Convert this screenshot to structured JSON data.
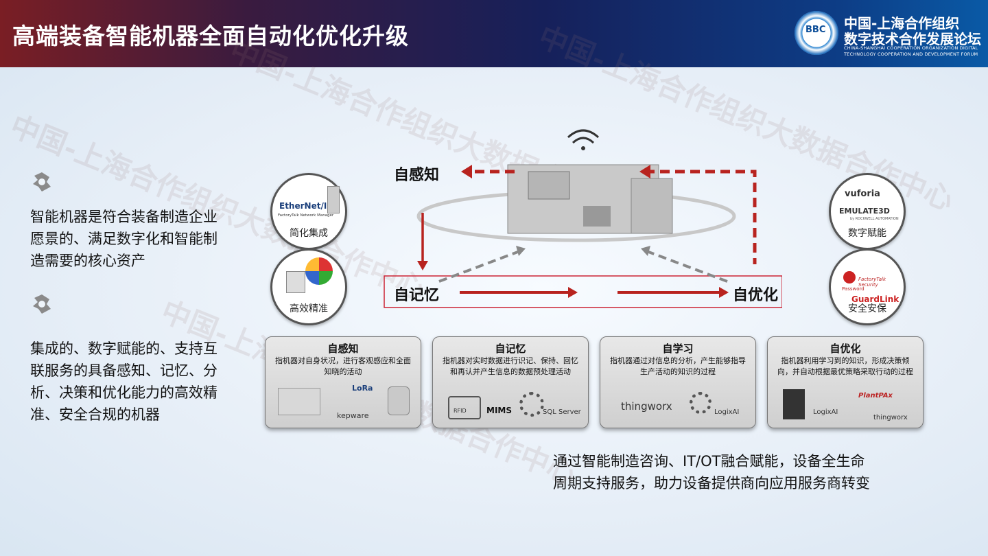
{
  "header": {
    "title": "高端装备智能机器全面自动化优化升级",
    "logo_text": "BBC",
    "org_line1": "中国-上海合作组织",
    "org_line2": "数字技术合作发展论坛",
    "org_en1": "CHINA-SHANGHAI COOPERATION ORGANIZATION DIGITAL",
    "org_en2": "TECHNOLOGY COOPERATION AND DEVELOPMENT FORUM"
  },
  "watermark": "中国-上海合作组织大数据合作中心",
  "left": {
    "para1": [
      "智能机器是符合装备制造企业",
      "愿景的、满足数字化和智能制",
      "造需要的核心资产"
    ],
    "para2": [
      "集成的、数字赋能的、支持互",
      "联服务的具备感知、记忆、分",
      "析、决策和优化能力的高效精",
      "准、安全合规的机器"
    ]
  },
  "circles": {
    "c1": {
      "label": "简化集成",
      "logo1": "EtherNet/IP",
      "logo2": "FactoryTalk Network Manager"
    },
    "c2": {
      "label": "高效精准"
    },
    "c3": {
      "label": "数字赋能",
      "logo1": "vuforia",
      "logo2": "EMULATE3D",
      "logo3": "by ROCKWELL AUTOMATION"
    },
    "c4": {
      "label": "安全安保",
      "logo1": "FactoryTalk Security",
      "logo2": "Password",
      "logo3": "GuardLink"
    }
  },
  "diagram": {
    "node1": "自感知",
    "node2": "自记忆",
    "node3": "自优化"
  },
  "cards": [
    {
      "title": "自感知",
      "desc": "指机器对自身状况，进行客观感应和全面知晓的活动",
      "logo1": "LoRa",
      "logo2": "kepware"
    },
    {
      "title": "自记忆",
      "desc": "指机器对实时数据进行识记、保持、回忆和再认并产生信息的数据预处理活动",
      "logo1": "RFID",
      "logo2": "MIMS",
      "logo3": "SQL Server"
    },
    {
      "title": "自学习",
      "desc": "指机器通过对信息的分析，产生能够指导生产活动的知识的过程",
      "logo1": "thingworx",
      "logo2": "LogixAI"
    },
    {
      "title": "自优化",
      "desc": "指机器利用学习到的知识，形成决策倾向，并自动根据最优策略采取行动的过程",
      "logo1": "LogixAI",
      "logo2": "PlantPAx",
      "logo3": "thingworx"
    }
  ],
  "bottom": [
    "通过智能制造咨询、IT/OT融合赋能，设备全生命",
    "周期支持服务，助力设备提供商向应用服务商转变"
  ],
  "colors": {
    "arrow_red": "#b8231f",
    "arrow_gray": "#888888"
  }
}
